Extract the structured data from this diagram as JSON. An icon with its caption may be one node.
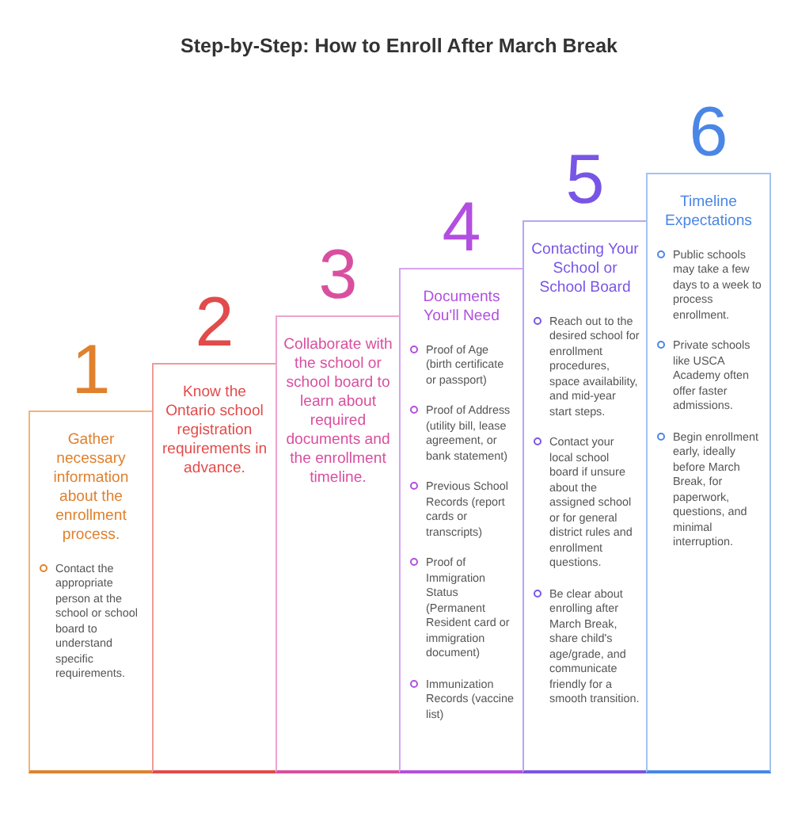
{
  "diagram": {
    "title": "Step-by-Step: How to Enroll After March Break",
    "nodes": [
      {
        "text": [
          "1",
          "Gather necessary information about the enrollment process.",
          "Contact the appropriate person at the school or school board to understand specific requirements."
        ]
      },
      {
        "text": [
          "2",
          "Know the Ontario school registration requirements in advance."
        ]
      },
      {
        "text": [
          "3",
          "Collaborate with the school or school board to learn about required documents and the enrollment timeline."
        ]
      },
      {
        "text": [
          "4",
          "Documents You'll Need",
          "Proof of Age (birth certificate or passport)",
          "Proof of Address (utility bill, lease agreement, or bank statement)",
          "Previous School Records (report cards or transcripts)",
          "Proof of Immigration Status (Permanent Resident card or immigration document)",
          "Immunization Records (vaccine list)"
        ]
      },
      {
        "text": [
          "5",
          "Contacting Your School or School Board",
          "Reach out to the desired school for enrollment procedures, space availability, and mid-year start steps.",
          "Contact your local school board if unsure about the assigned school or for general district rules and enrollment questions.",
          "Be clear about enrolling after March Break, share child's age/grade, and communicate friendly for a smooth transition."
        ]
      },
      {
        "text": [
          "6",
          "Timeline Expectations",
          "Public schools may take a few days to a week to process enrollment.",
          "Private schools like USCA Academy often offer faster admissions.",
          "Begin enrollment early, ideally before March Break, for paperwork, questions, and minimal interruption."
        ]
      }
    ],
    "edges": []
  }
}
